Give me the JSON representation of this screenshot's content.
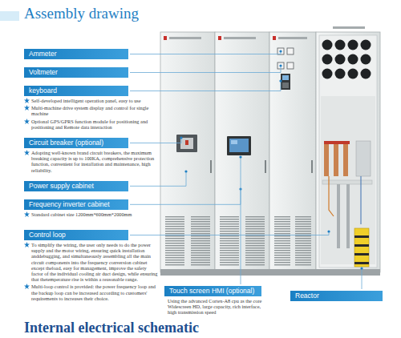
{
  "diagram": {
    "title": "Assembly drawing",
    "nodes": [
      {
        "text": [
          "Ammeter"
        ]
      },
      {
        "text": [
          "Voltmeter"
        ]
      },
      {
        "text": [
          "keyboard",
          "Self-developed intelligent operation panel, easy to use",
          "Multi-machine drive system display and control for single machine",
          "Optional GPS/GPRS function module for positioning and positioning and Remote data interaction"
        ]
      },
      {
        "text": [
          "Circuit breaker (optional)",
          "Adopting well-known brand circuit breakers, the maximum breaking capacity is up to 100KA, comprehensive protection function, convenient for installation and maintenance, high reliability."
        ]
      },
      {
        "text": [
          "Power supply cabinet"
        ]
      },
      {
        "text": [
          "Frequency inverter cabinet",
          "Standard cabinet size 1200mm*600mm*2000mm"
        ]
      },
      {
        "text": [
          "Control loop",
          "To simplify the wiring, the user only needs to do the power supply and the motor wiring, ensuring quick installation anddebugging, and simultaneously assembling all the main circuit components into the frequency conversion cabinet except theload, easy for management, improve the safety factor of the individual cooling air duct design, while ensuring that thetemperature rise is within a reasonable range.",
          "Multi-loop control is provided: the power frequency loop and the backup loop can be increased according to customers' requirements to increases their choice."
        ]
      },
      {
        "text": [
          "Touch screen HMI (optional)",
          "Using the advanced Cortex-A8 cpu as the core Widescreen HD, large capacity, rich interface, high transmission speed"
        ]
      },
      {
        "text": [
          "Reactor"
        ]
      }
    ],
    "labels": [
      "Internal electrical schematic"
    ]
  }
}
